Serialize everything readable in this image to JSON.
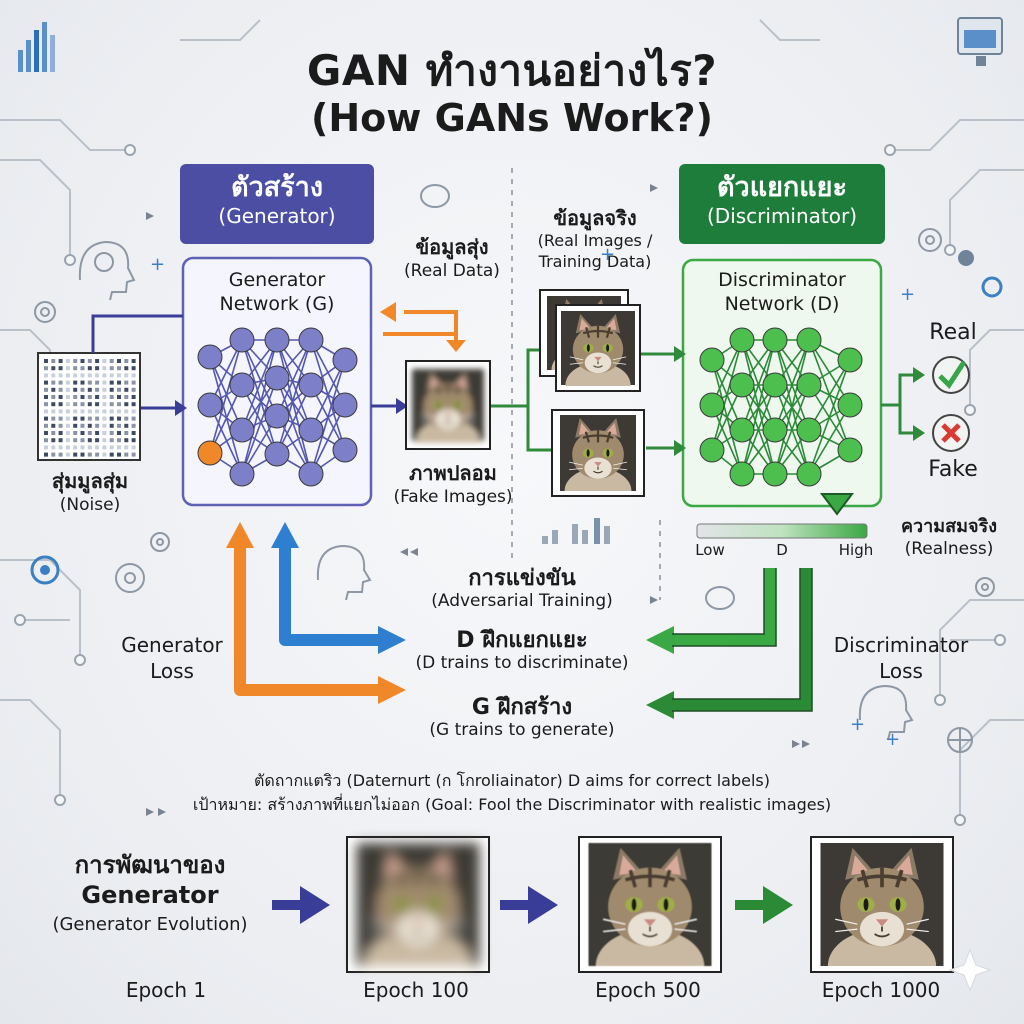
{
  "title": {
    "thai": "GAN ทำงานอย่างไร?",
    "english": "(How GANs Work?)"
  },
  "generator": {
    "thai": "ตัวสร้าง",
    "english": "(Generator)",
    "network_label_1": "Generator",
    "network_label_2": "Network (G)",
    "color": "#45479a",
    "node_color": "#7d7fc9",
    "input_node_color": "#f0882a"
  },
  "discriminator": {
    "thai": "ตัวแยกแยะ",
    "english": "(Discriminator)",
    "network_label_1": "Discriminator",
    "network_label_2": "Network (D)",
    "color": "#1e7a3a",
    "node_color": "#4cbf4f"
  },
  "noise": {
    "thai": "สุ่มมูลสุ่ม",
    "english": "(Noise)"
  },
  "real_data_arrow": {
    "thai": "ข้อมูลสุ่ง",
    "english": "(Real Data)"
  },
  "real_images": {
    "thai": "ข้อมูลจริง",
    "english_1": "(Real Images /",
    "english_2": "Training Data)"
  },
  "fake_images": {
    "thai": "ภาพปลอม",
    "english": "(Fake Images)"
  },
  "outputs": {
    "real": "Real",
    "fake": "Fake",
    "real_icon": "check-icon",
    "fake_icon": "cross-icon"
  },
  "realness": {
    "low": "Low",
    "mid": "D",
    "high": "High",
    "thai": "ความสมจริง",
    "english": "(Realness)"
  },
  "training": {
    "adv_thai": "การแข่งขัน",
    "adv_en": "(Adversarial Training)",
    "d_thai": "D ฝึกแยกแยะ",
    "d_en": "(D trains to discriminate)",
    "g_thai": "G ฝึกสร้าง",
    "g_en": "(G trains to generate)"
  },
  "losses": {
    "generator_1": "Generator",
    "generator_2": "Loss",
    "discriminator_1": "Discriminator",
    "discriminator_2": "Loss"
  },
  "notes": {
    "line1": "ตัดถากแตริว (Daternurt (ก โกroliainator) D aims for correct labels)",
    "line2": "เป้าหมาย: สร้างภาพที่แยกไม่ออก (Goal: Fool the Discriminator with realistic images)"
  },
  "evolution": {
    "thai": "การพัฒนาของ",
    "english_1": "Generator",
    "english_2": "(Generator Evolution)",
    "epochs": [
      "Epoch 1",
      "Epoch 100",
      "Epoch 500",
      "Epoch 1000"
    ],
    "blur_levels": [
      6,
      2.2,
      0.6,
      0
    ]
  },
  "colors": {
    "orange": "#f0882a",
    "blue": "#2f7fd0",
    "green": "#3aa843",
    "navy": "#3a3d98"
  }
}
